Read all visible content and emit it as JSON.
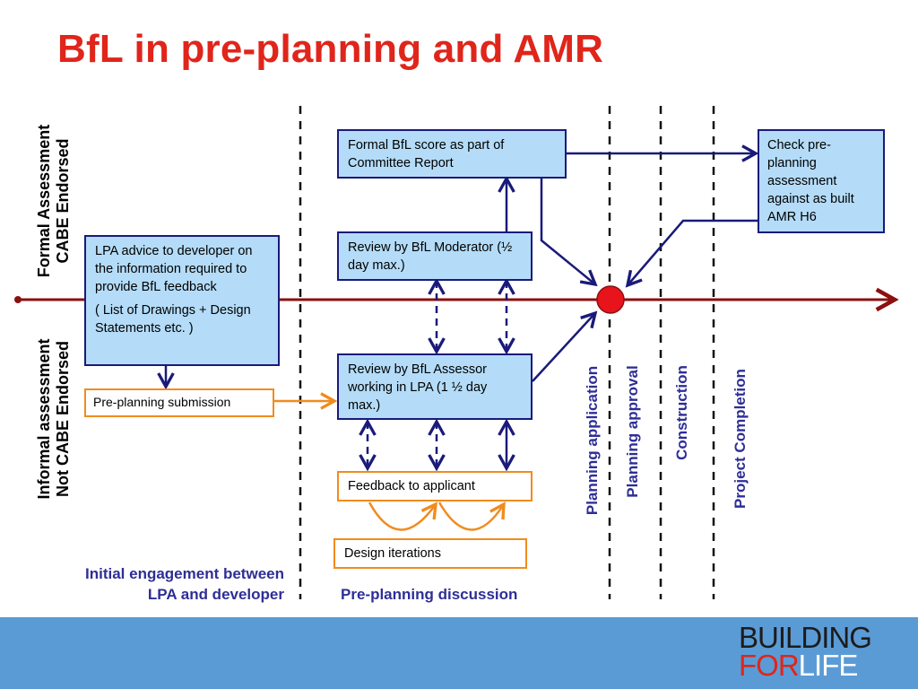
{
  "slide": {
    "title": "BfL in pre-planning and AMR"
  },
  "side_labels": {
    "formal": [
      "Formal Assessment",
      "CABE Endorsed"
    ],
    "informal": [
      "Informal assessment",
      "Not CABE Endorsed"
    ]
  },
  "boxes": {
    "lpa_advice": {
      "line1": "LPA advice to developer on the information required to provide BfL feedback",
      "line2": "( List of Drawings + Design Statements  etc. )"
    },
    "pre_planning_submission": "Pre-planning submission",
    "formal_score": "Formal BfL score as part  of Committee Report",
    "review_moderator": "Review by BfL Moderator (½ day max.)",
    "review_assessor": "Review by BfL Assessor working in LPA (1 ½ day max.)",
    "feedback": "Feedback to applicant",
    "design_iterations": "Design iterations",
    "check_amr": "Check pre-planning assessment against as built AMR H6"
  },
  "stages": {
    "planning_application": "Planning application",
    "planning_approval": "Planning approval",
    "construction": "Construction",
    "project_completion": "Project Completion"
  },
  "bottom_labels": {
    "initial_engagement_1": "Initial engagement between",
    "initial_engagement_2": "LPA and developer",
    "pre_planning_discussion": "Pre-planning discussion"
  },
  "logo": {
    "line1": "BUILDING",
    "for": "FOR",
    "life": "LIFE"
  },
  "colors": {
    "title": "#e0251b",
    "box_fill": "#b4dcf8",
    "box_border": "#1a1a7a",
    "arrow_blue": "#1a1a7a",
    "orange": "#f08c1e",
    "timeline": "#8b1010",
    "milestone": "#e8141b",
    "stage_text": "#2e2e96",
    "footer": "#5b9bd5"
  }
}
